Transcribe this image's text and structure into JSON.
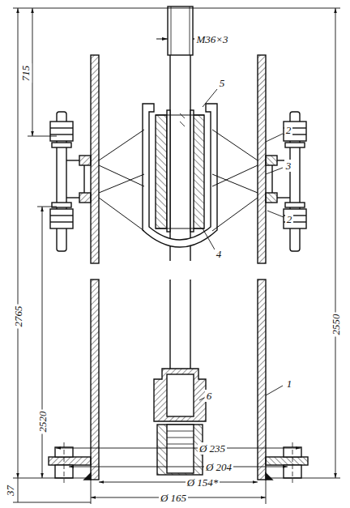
{
  "diagram": {
    "labels": [
      "M36×3",
      "715",
      "5",
      "2",
      "3",
      "2",
      "2765",
      "4",
      "2550",
      "2520",
      "1",
      "6",
      "Ø 235",
      "Ø 204",
      "Ø 154*",
      "Ø 165",
      "37"
    ]
  }
}
